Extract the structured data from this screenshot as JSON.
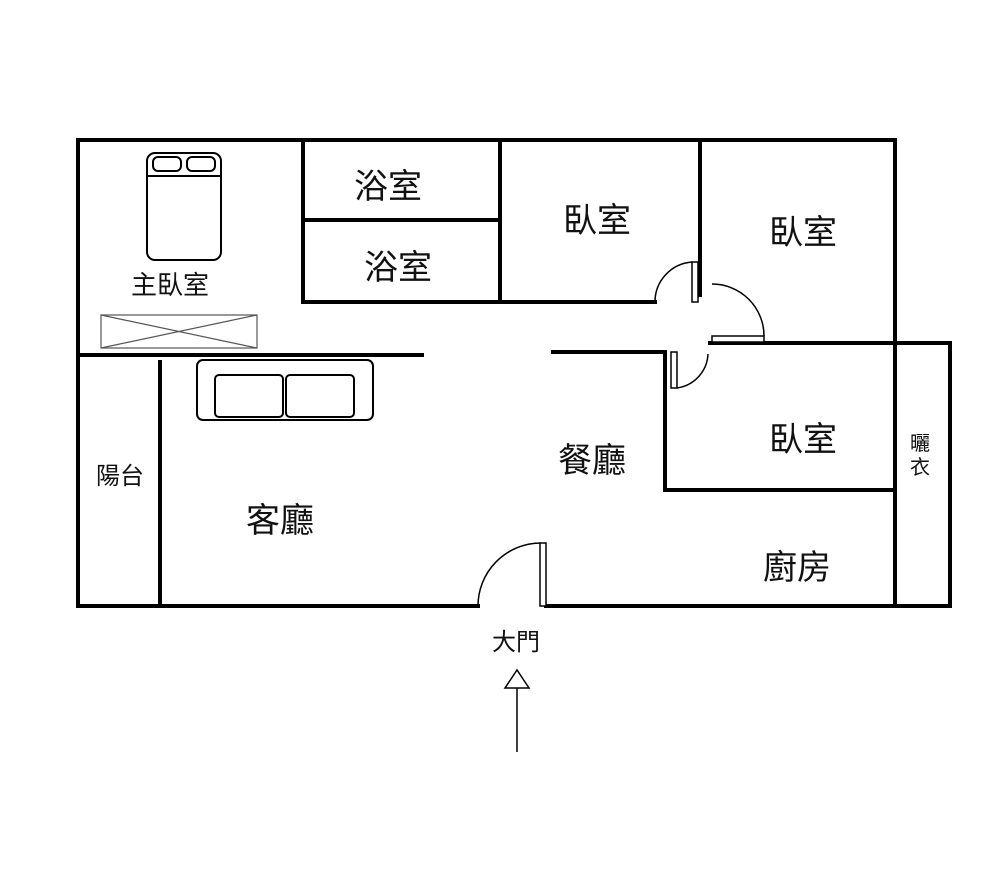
{
  "rooms": {
    "bath1": "浴室",
    "bath2": "浴室",
    "bedroom1": "臥室",
    "bedroom2": "臥室",
    "bedroom3": "臥室",
    "master": "主臥室",
    "dining": "餐廳",
    "balcony": "陽台",
    "living": "客廳",
    "kitchen": "廚房",
    "laundry_1": "曬",
    "laundry_2": "衣"
  },
  "entrance": "大門",
  "colors": {
    "wall": "#000000",
    "line": "#222222"
  }
}
